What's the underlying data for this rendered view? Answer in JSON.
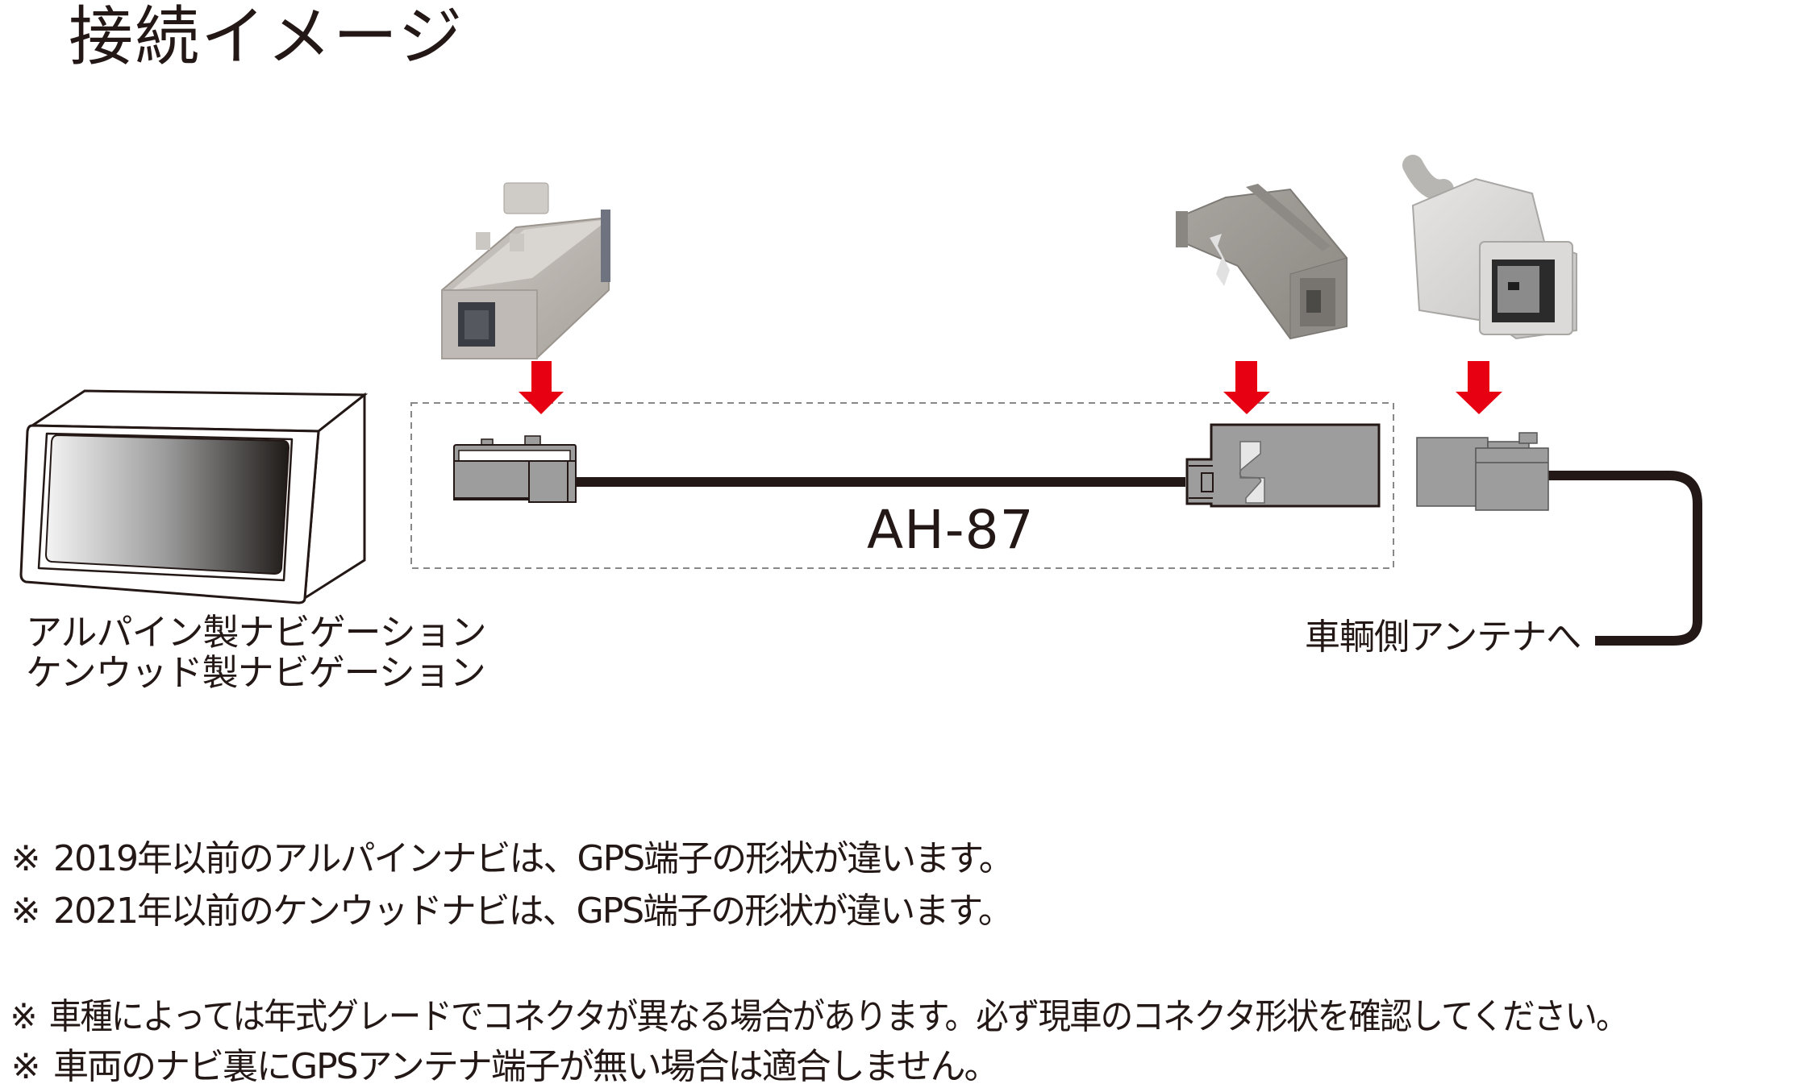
{
  "title": "接続イメージ",
  "navigation": {
    "labels": [
      "アルパイン製ナビゲーション",
      "ケンウッド製ナビゲーション"
    ]
  },
  "product": {
    "model": "AH-87"
  },
  "antenna": {
    "label": "車輌側アンテナへ"
  },
  "connectors": [
    {
      "name": "navi-side-connector-photo",
      "color": "#b5b0ab"
    },
    {
      "name": "adapter-vehicle-side-connector-photo",
      "color": "#9c9893"
    },
    {
      "name": "vehicle-antenna-connector-photo",
      "color": "#d2d0cd"
    }
  ],
  "colors": {
    "arrow": "#e60012",
    "cable": "#231815",
    "connector_fill": "#9d9d9d",
    "dashed_border": "#888888"
  },
  "notes": [
    {
      "mark": "※",
      "text": "2019年以前のアルパインナビは、GPS端子の形状が違います。"
    },
    {
      "mark": "※",
      "text": "2021年以前のケンウッドナビは、GPS端子の形状が違います。"
    },
    {
      "mark": "※",
      "text": "車種によっては年式グレードでコネクタが異なる場合があります。必ず現車のコネクタ形状を確認してください。"
    },
    {
      "mark": "※",
      "text": "車両のナビ裏にGPSアンテナ端子が無い場合は適合しません。"
    }
  ]
}
